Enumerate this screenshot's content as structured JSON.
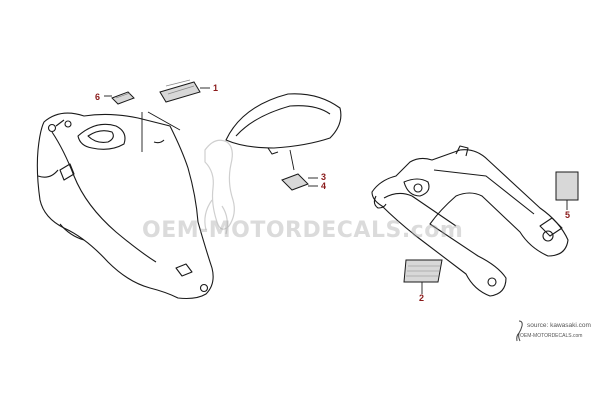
{
  "callouts": {
    "c1": "1",
    "c2": "2",
    "c3": "3",
    "c4": "4",
    "c5a": "5",
    "c6": "6"
  },
  "watermark": {
    "text": "OEM-MOTORDECALS.com"
  },
  "source": {
    "line1": "source: kawasaki.com",
    "line2": "OEM-MOTORDECALS.com"
  },
  "colors": {
    "callout": "#8a1a1a",
    "line": "#1a1a1a",
    "decal_fill": "#d8d8d8"
  }
}
